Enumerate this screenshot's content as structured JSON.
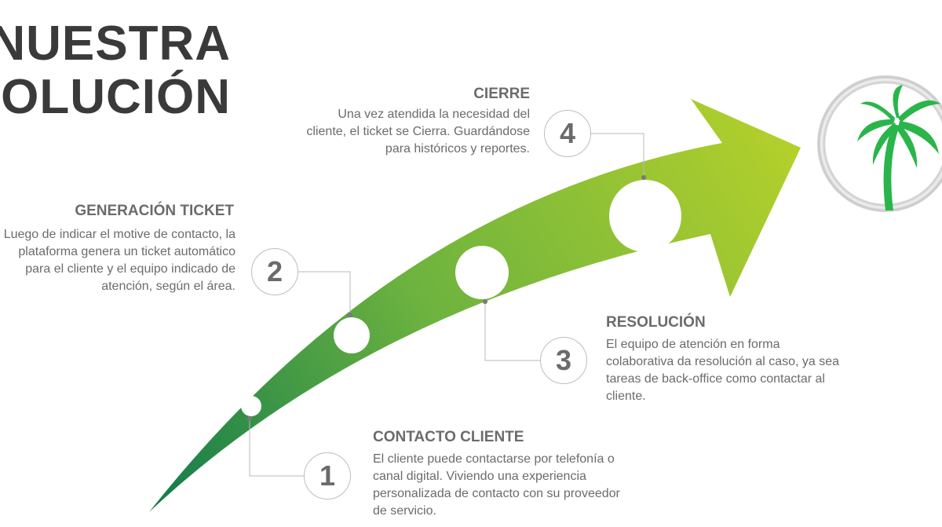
{
  "title": {
    "line1": "NUESTRA",
    "line2": "SOLUCIÓN"
  },
  "colors": {
    "arrow_start": "#117a4c",
    "arrow_end": "#b7d12a",
    "palm": "#2ab54b",
    "text": "#6b6b6b"
  },
  "logo": {
    "icon": "palm-tree-icon"
  },
  "steps": [
    {
      "number": "1",
      "heading": "CONTACTO CLIENTE",
      "body": "El cliente puede contactarse por telefonía o canal digital. Viviendo una experiencia personalizada de contacto con su proveedor de servicio."
    },
    {
      "number": "2",
      "heading": "GENERACIÓN TICKET",
      "body": "Luego de indicar el motive de contacto, la plataforma genera un ticket automático para el cliente y el equipo indicado de atención, según el área."
    },
    {
      "number": "3",
      "heading": "RESOLUCIÓN",
      "body": "El equipo de atención en forma colaborativa da resolución al caso, ya sea tareas de back-office como contactar al cliente."
    },
    {
      "number": "4",
      "heading": "CIERRE",
      "body": "Una vez atendida la necesidad del cliente, el ticket se Cierra. Guardándose para históricos y reportes."
    }
  ]
}
